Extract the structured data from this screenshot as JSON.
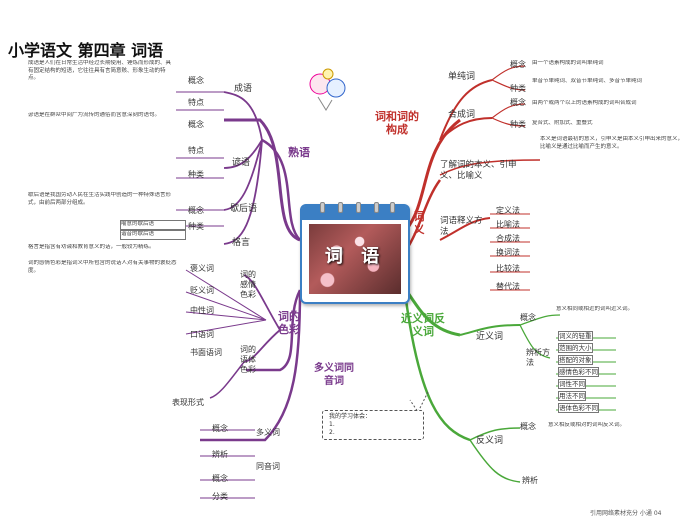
{
  "title": "小学语文 第四章 词语",
  "center": "词 语",
  "footer": "引用网络素材充分 小通 04",
  "branches": {
    "idioms": "熟语",
    "structure": "词和词的构成",
    "meaning": "词义",
    "color": "词的色彩",
    "synonyms": "近义词反义词",
    "polyphones": "多义词同音词"
  },
  "idioms": {
    "chengyu": "成语",
    "chengyu_def": "概念",
    "chengyu_feat": "特点",
    "chengyu_note": "成语是人们在日常生活中经过长期使用、锤炼而形成的、具有固定结构的短语，它往往具有言简意赅、形象生动的特点。",
    "yanyu": "谚语",
    "yanyu_def": "概念",
    "yanyu_feat": "特点",
    "yanyu_type": "种类",
    "yanyu_note": "谚语是在群众中间广为流传的通俗而含意深刻的语句。",
    "xiehouyu": "歇后语",
    "xiehouyu_def": "概念",
    "xiehouyu_type": "种类",
    "xiehouyu_note": "歇后语是我国劳动人民在生活实践中创造的一种特殊语言形式，由前后两部分组成。",
    "xiehouyu_types": [
      "喻意的歇后语",
      "谐音的歇后语"
    ],
    "geyan": "格言",
    "geyan_note": "格言是指含有劝诫和教育意义的话，一般较为精练。"
  },
  "structure": {
    "single": "单纯词",
    "single_def": "概念",
    "single_type": "种类",
    "single_def_note": "由一个语素构成的词叫单纯词",
    "single_type_note": "单音节单纯词、双音节单纯词、多音节单纯词",
    "compound": "合成词",
    "compound_def": "概念",
    "compound_type": "种类",
    "compound_def_note": "由两个或两个以上的语素构成的词叫合成词",
    "compound_type_note": "复合式、附加式、重叠式"
  },
  "meaning": {
    "understand": "了解词的本义、引申义、比喻义",
    "method": "词语释义方法",
    "methods": [
      "定义法",
      "比喻法",
      "合成法",
      "换词法",
      "比较法",
      "替代法"
    ],
    "understand_note": "本义是词语最初的意义，引申义是由本义引申出来的意义，比喻义是通过比喻而产生的意义。"
  },
  "color": {
    "emotion": "词的感情色彩",
    "emotion_items": [
      "褒义词",
      "贬义词",
      "中性词"
    ],
    "style": "词的语体色彩",
    "style_items": [
      "口语词",
      "书面语词"
    ],
    "style_form": "表现形式",
    "emotion_note": "词的感情色彩是指词义中所包含的说话人对有关事物的褒贬态度。"
  },
  "synonyms": {
    "near": "近义词",
    "near_def": "概念",
    "near_analysis": "辨析方法",
    "near_methods": [
      "词义的轻重",
      "范围的大小",
      "搭配的对象",
      "感情色彩不同",
      "词性不同",
      "用法不同",
      "语体色彩不同"
    ],
    "opposite": "反义词",
    "opposite_def": "概念",
    "opposite_analysis": "辨析",
    "near_note": "意义相同或相近的词叫近义词。",
    "opposite_note": "意义相反或相对的词叫反义词。"
  },
  "polyphones": {
    "duoyi": "多义词",
    "duoyi_def": "概念",
    "duoyi_analysis": "辨析",
    "tongyin": "同音词",
    "tongyin_def": "概念",
    "tongyin_type": "分类",
    "bubble_title": "我的学习体会：",
    "bubble_lines": [
      "1.",
      "2."
    ]
  }
}
